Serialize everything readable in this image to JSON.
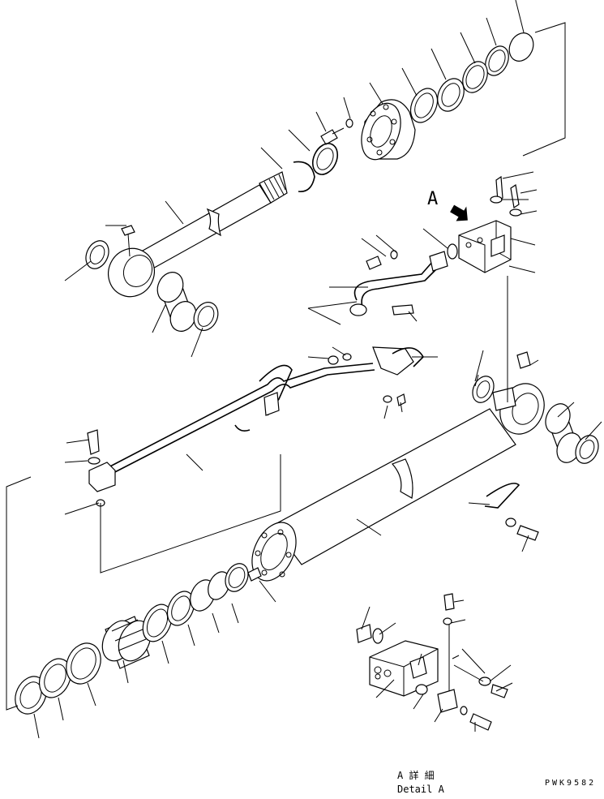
{
  "view_label": "A",
  "detail_label_jp": "A 詳 細",
  "detail_label_en": "Detail A",
  "drawing_code": "PWK9582",
  "colors": {
    "line": "#000000",
    "background": "#ffffff"
  }
}
